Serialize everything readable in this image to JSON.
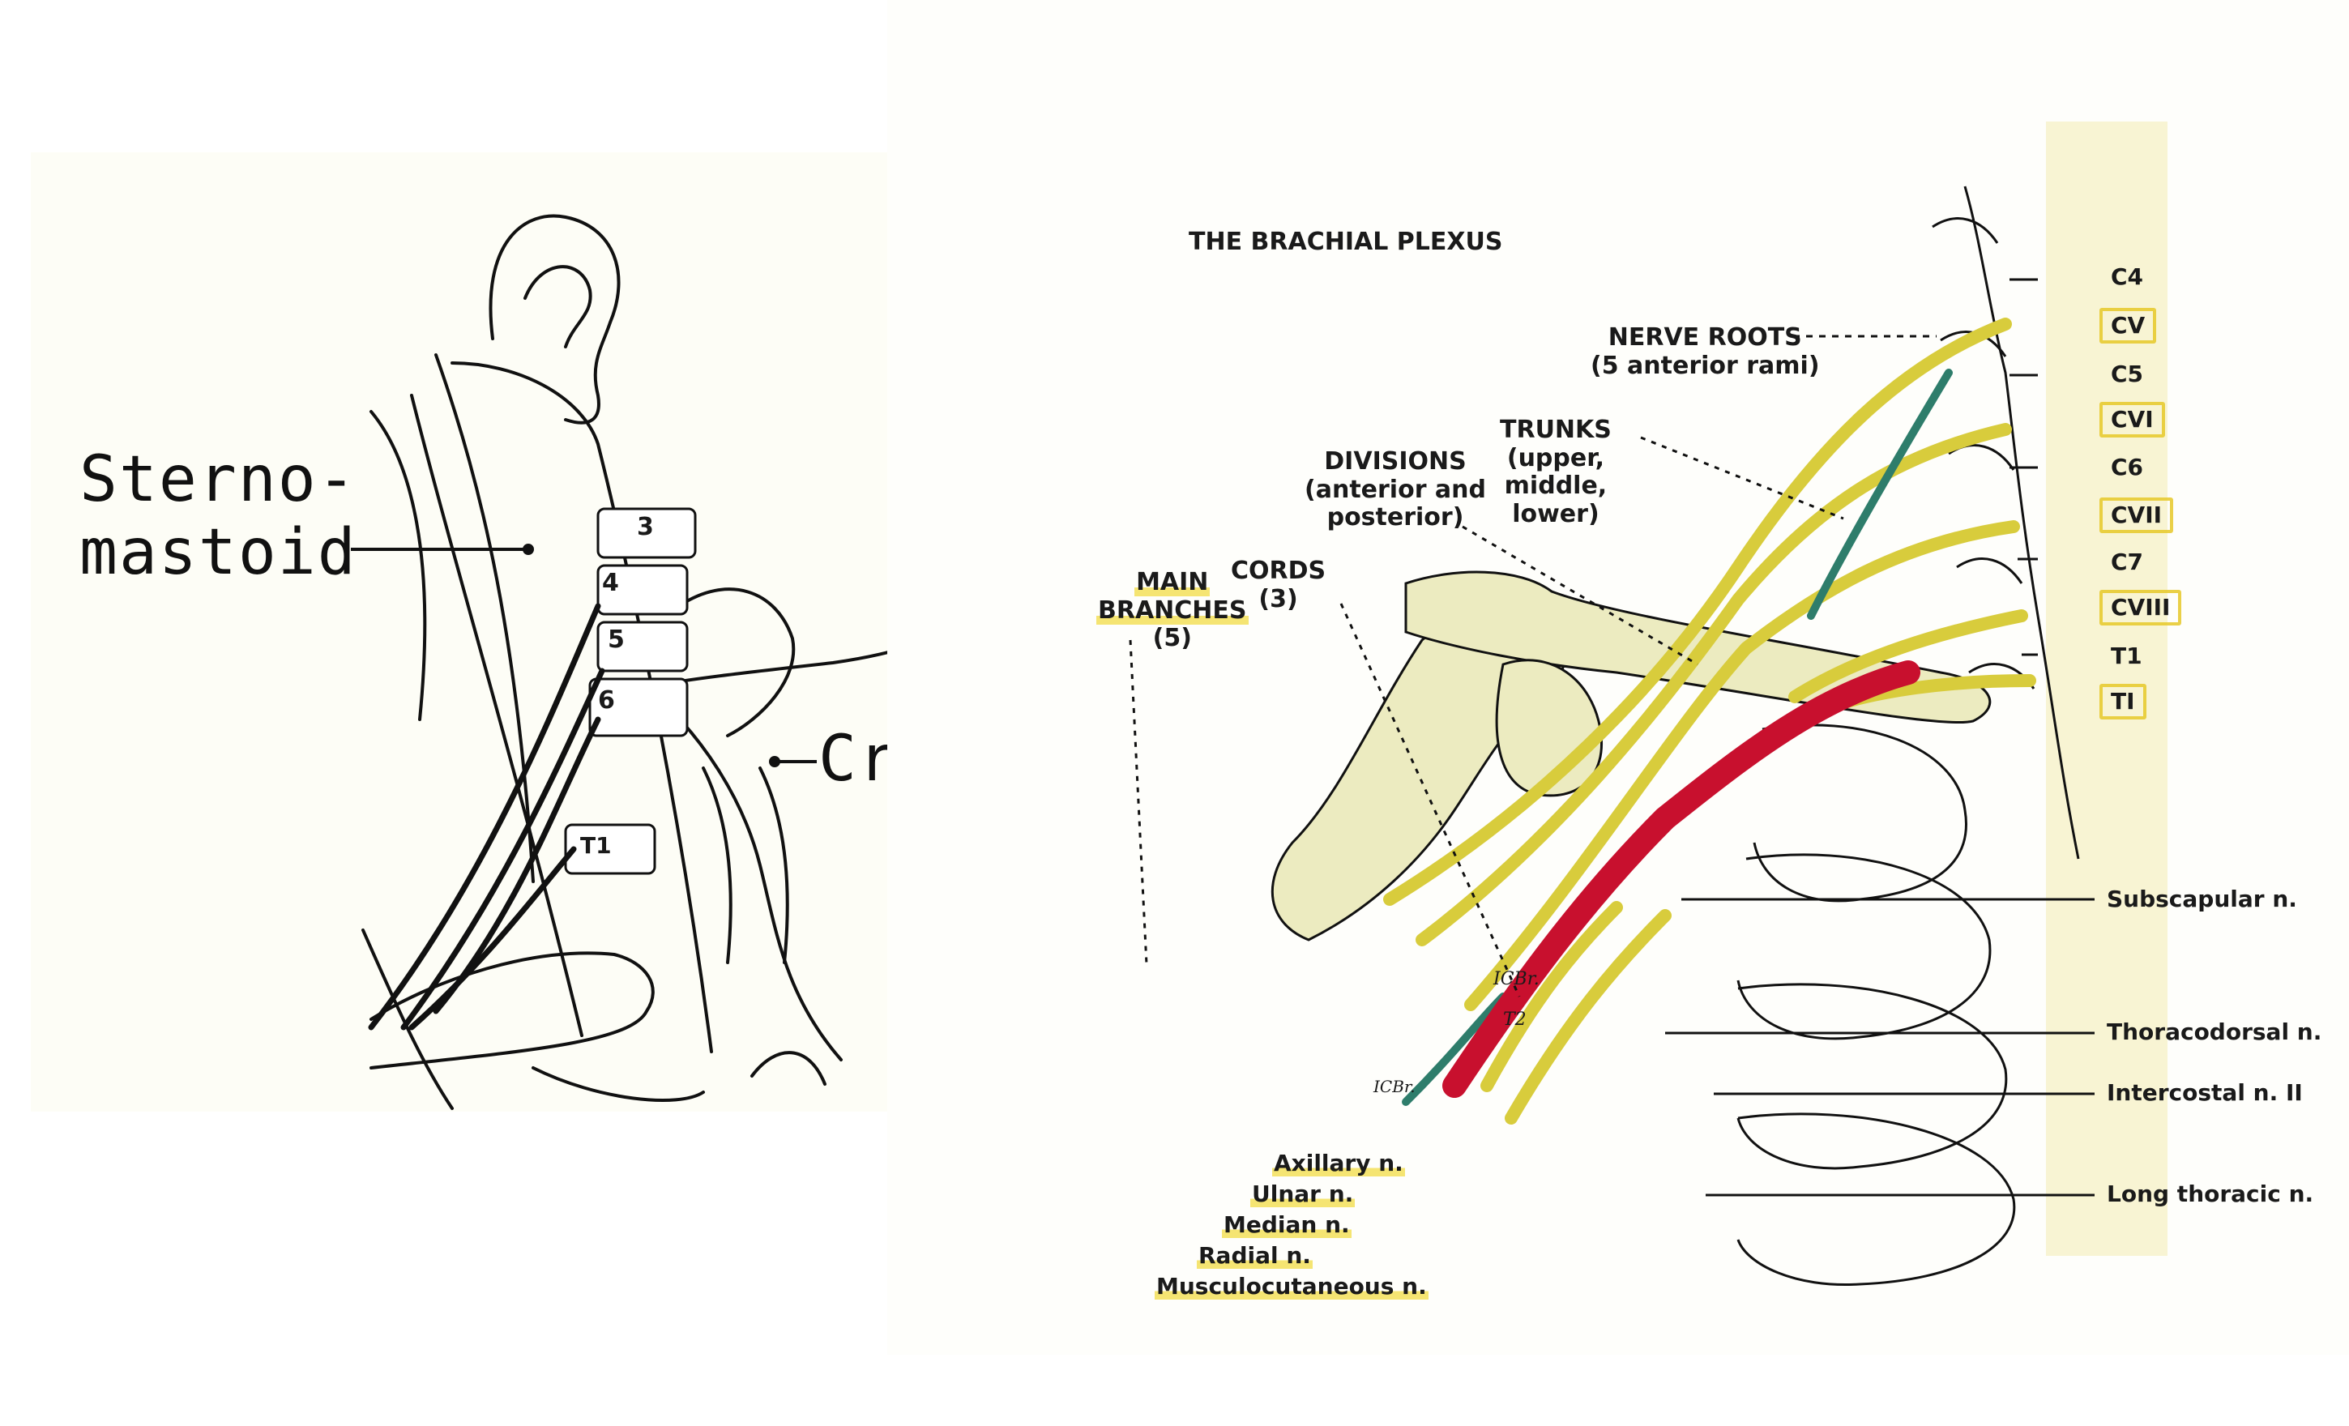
{
  "left_figure": {
    "sternomastoid_label_line1": "Sterno-",
    "sternomastoid_label_line2": "mastoid",
    "cricoid_label": "Cricoid",
    "vertebra_numbers": [
      "3",
      "4",
      "5",
      "6",
      "T1"
    ]
  },
  "right_figure": {
    "title": "THE BRACHIAL PLEXUS",
    "nerve_roots_line1": "NERVE ROOTS",
    "nerve_roots_line2": "(5 anterior rami)",
    "trunks_line1": "TRUNKS",
    "trunks_line2": "(upper,",
    "trunks_line3": "middle,",
    "trunks_line4": "lower)",
    "divisions_line1": "DIVISIONS",
    "divisions_line2": "(anterior and",
    "divisions_line3": "posterior)",
    "cords_line1": "CORDS",
    "cords_line2": "(3)",
    "main_branches_line1": "MAIN",
    "main_branches_line2": "BRANCHES",
    "main_branches_line3": "(5)",
    "spinal_labels": [
      "C4",
      "CV",
      "C5",
      "CVI",
      "C6",
      "CVII",
      "C7",
      "CVIII",
      "T1",
      "TI"
    ],
    "boxed_spinal_labels": [
      "CV",
      "CVI",
      "CVII",
      "CVIII",
      "TI"
    ],
    "right_nerve_labels": [
      "Subscapular n.",
      "Thoracodorsal n.",
      "Intercostal n. II",
      "Long thoracic n."
    ],
    "bottom_nerve_labels": [
      "Axillary n.",
      "Ulnar n.",
      "Median n.",
      "Radial n.",
      "Musculocutaneous n."
    ],
    "handwritten_annotations": [
      "ICBr.",
      "T2",
      "ICBr."
    ]
  },
  "colors": {
    "nerve_yellow": "#d8cc3c",
    "artery_red": "#c8102e",
    "vein_teal": "#2e7d6b",
    "bone_tint": "#ecebc0",
    "highlight_yellow": "#f0d728"
  }
}
